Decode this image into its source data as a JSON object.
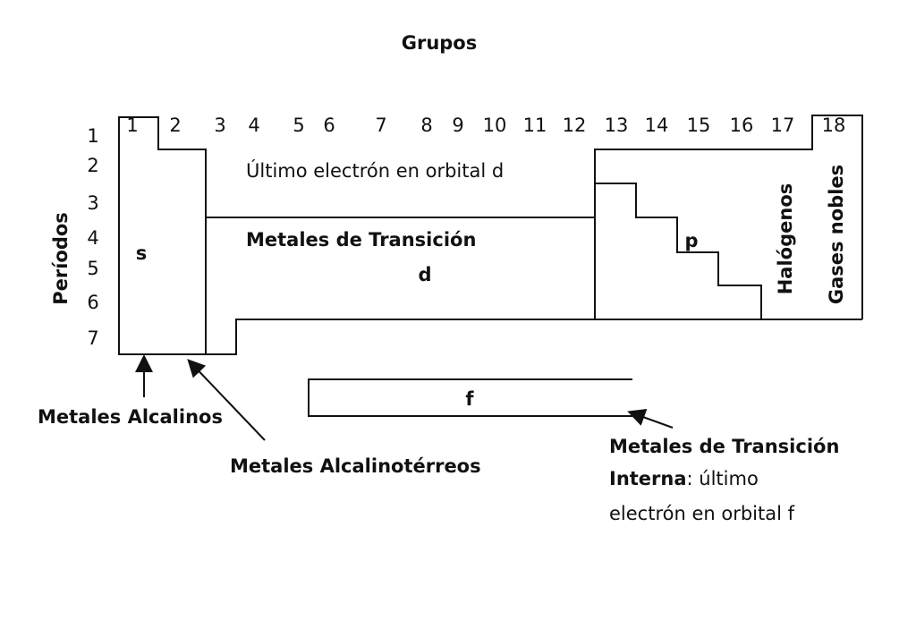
{
  "title": "Grupos",
  "groups": [
    "1",
    "2",
    "3",
    "4",
    "5",
    "6",
    "7",
    "8",
    "9",
    "10",
    "11",
    "12",
    "13",
    "14",
    "15",
    "16",
    "17",
    "18"
  ],
  "periods_label": "Períodos",
  "periods": [
    "1",
    "2",
    "3",
    "4",
    "5",
    "6",
    "7"
  ],
  "blocks": {
    "s": "s",
    "d": "d",
    "p": "p",
    "f": "f"
  },
  "labels": {
    "ultimo_d": "Último electrón en orbital d",
    "metales_transicion": "Metales de Transición",
    "halogenos": "Halógenos",
    "gases_nobles": "Gases nobles",
    "metales_alcalinos": "Metales Alcalinos",
    "metales_alcalinoterreos": "Metales Alcalinotérreos",
    "transicion_interna_1": "Metales de Transición",
    "transicion_interna_2_bold": "Interna",
    "transicion_interna_2_rest": ": último",
    "transicion_interna_3": "electrón en orbital f"
  },
  "colors": {
    "ink": "#111111",
    "background": "#ffffff"
  }
}
